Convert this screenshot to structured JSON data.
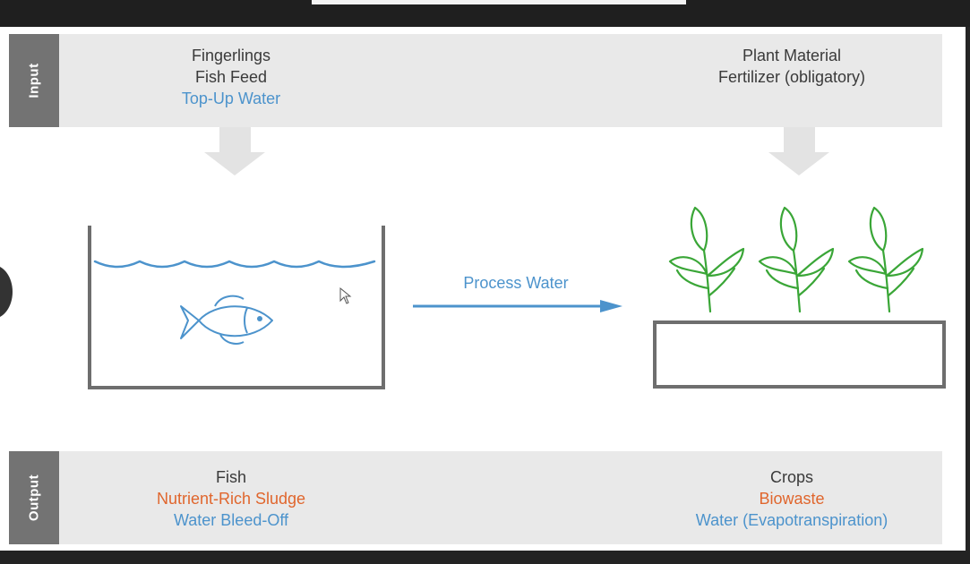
{
  "input_band": {
    "label": "Input",
    "left": {
      "line1": "Fingerlings",
      "line2": "Fish Feed",
      "line3": "Top-Up Water"
    },
    "right": {
      "line1": "Plant Material",
      "line2": "Fertilizer (obligatory)"
    }
  },
  "flow": {
    "label": "Process Water"
  },
  "output_band": {
    "label": "Output",
    "left": {
      "line1": "Fish",
      "line2": "Nutrient-Rich Sludge",
      "line3": "Water Bleed-Off"
    },
    "right": {
      "line1": "Crops",
      "line2": "Biowaste",
      "line3": "Water (Evapotranspiration)"
    }
  },
  "colors": {
    "band": "#e9e9e9",
    "tag": "#737373",
    "text": "#3a3a3a",
    "water_blue": "#4c93cc",
    "orange": "#e0662d",
    "plant_green": "#3aa637",
    "container": "#6e6e6e"
  }
}
